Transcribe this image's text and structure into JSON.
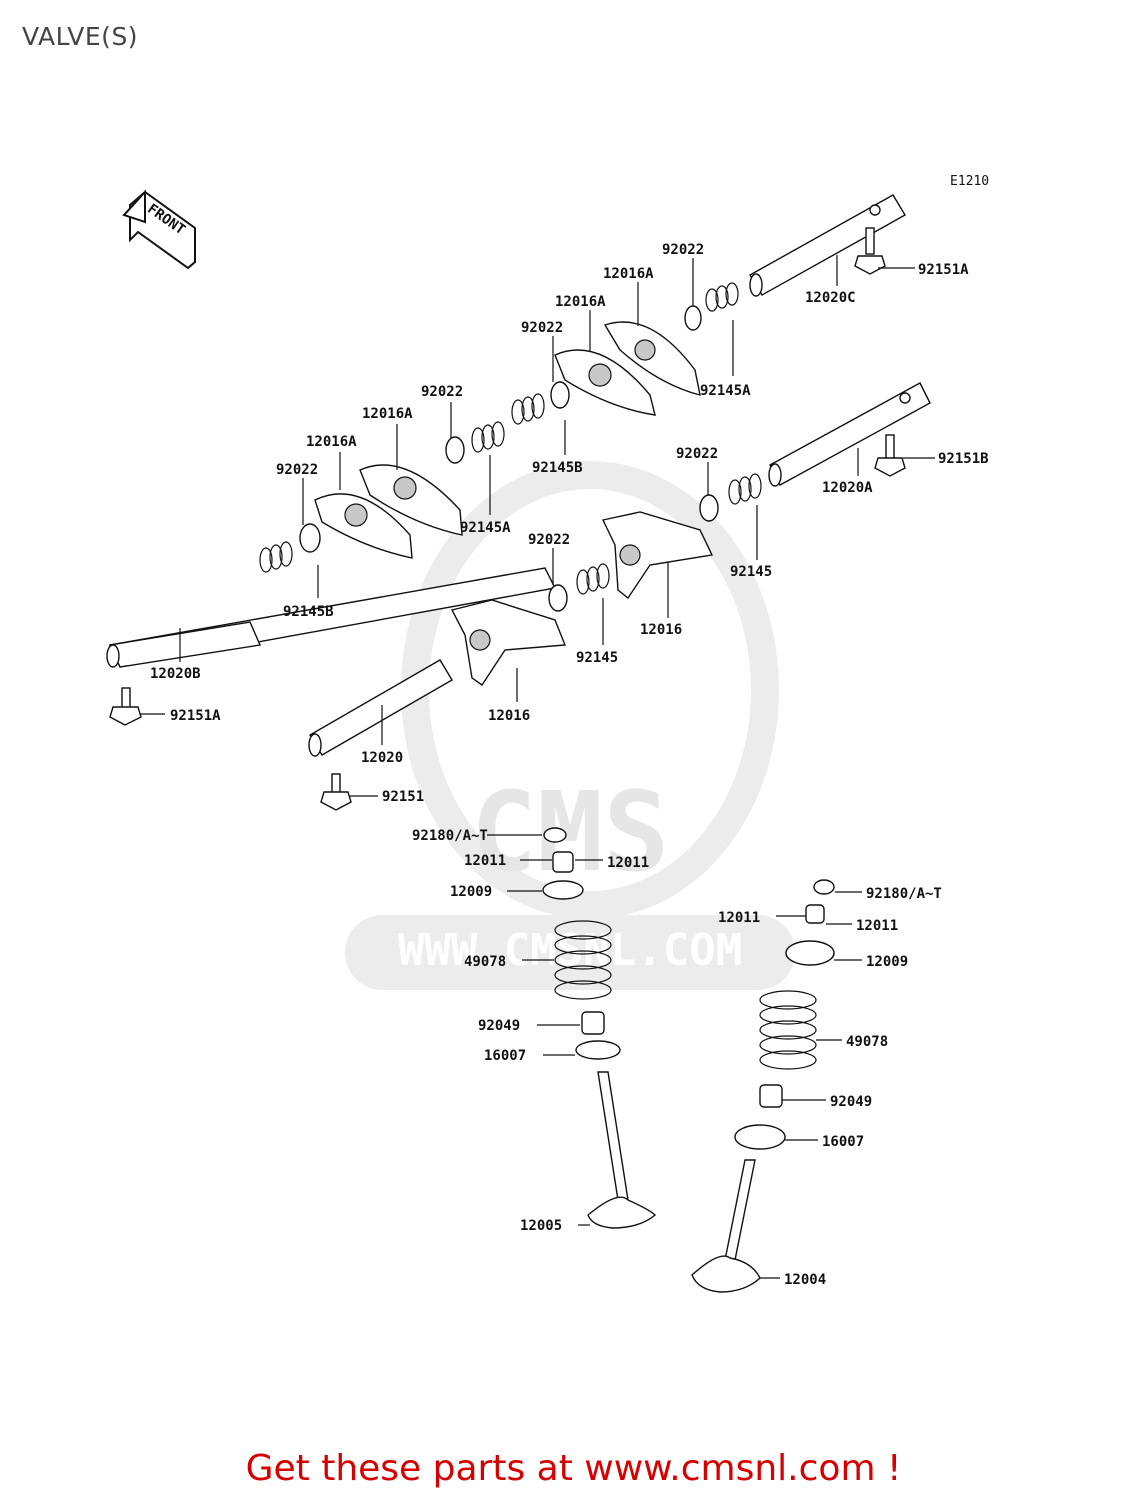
{
  "title": "VALVE(S)",
  "diagram_code": "E1210",
  "front_label": "FRONT",
  "watermark": {
    "brand": "CMS",
    "url": "WWW.CMSNL.COM"
  },
  "footer_text": "Get these parts at www.cmsnl.com !",
  "colors": {
    "footer": "#d60000",
    "title": "#444444",
    "watermark": "#e4e4e4"
  },
  "labels": {
    "p_92022_a": "92022",
    "p_12016A_a": "12016A",
    "p_12016A_b": "12016A",
    "p_92022_b": "92022",
    "p_92145A_a": "92145A",
    "p_12020C": "12020C",
    "p_92151A_a": "92151A",
    "p_92022_c": "92022",
    "p_12016A_c": "12016A",
    "p_12016A_d": "12016A",
    "p_92022_d": "92022",
    "p_92145B_a": "92145B",
    "p_92145A_b": "92145A",
    "p_92145B_b": "92145B",
    "p_12020B": "12020B",
    "p_92151A_b": "92151A",
    "p_92022_e": "92022",
    "p_12020A": "12020A",
    "p_92151B": "92151B",
    "p_92145_a": "92145",
    "p_92022_f": "92022",
    "p_12016_a": "12016",
    "p_92145_b": "92145",
    "p_12016_b": "12016",
    "p_12020": "12020",
    "p_92151": "92151",
    "p_92180_a": "92180/A~T",
    "p_12011_a": "12011",
    "p_12011_b": "12011",
    "p_12009_a": "12009",
    "p_49078_a": "49078",
    "p_92049_a": "92049",
    "p_16007_a": "16007",
    "p_12005": "12005",
    "p_92180_b": "92180/A~T",
    "p_12011_c": "12011",
    "p_12011_d": "12011",
    "p_12009_b": "12009",
    "p_49078_b": "49078",
    "p_92049_b": "92049",
    "p_16007_b": "16007",
    "p_12004": "12004"
  }
}
